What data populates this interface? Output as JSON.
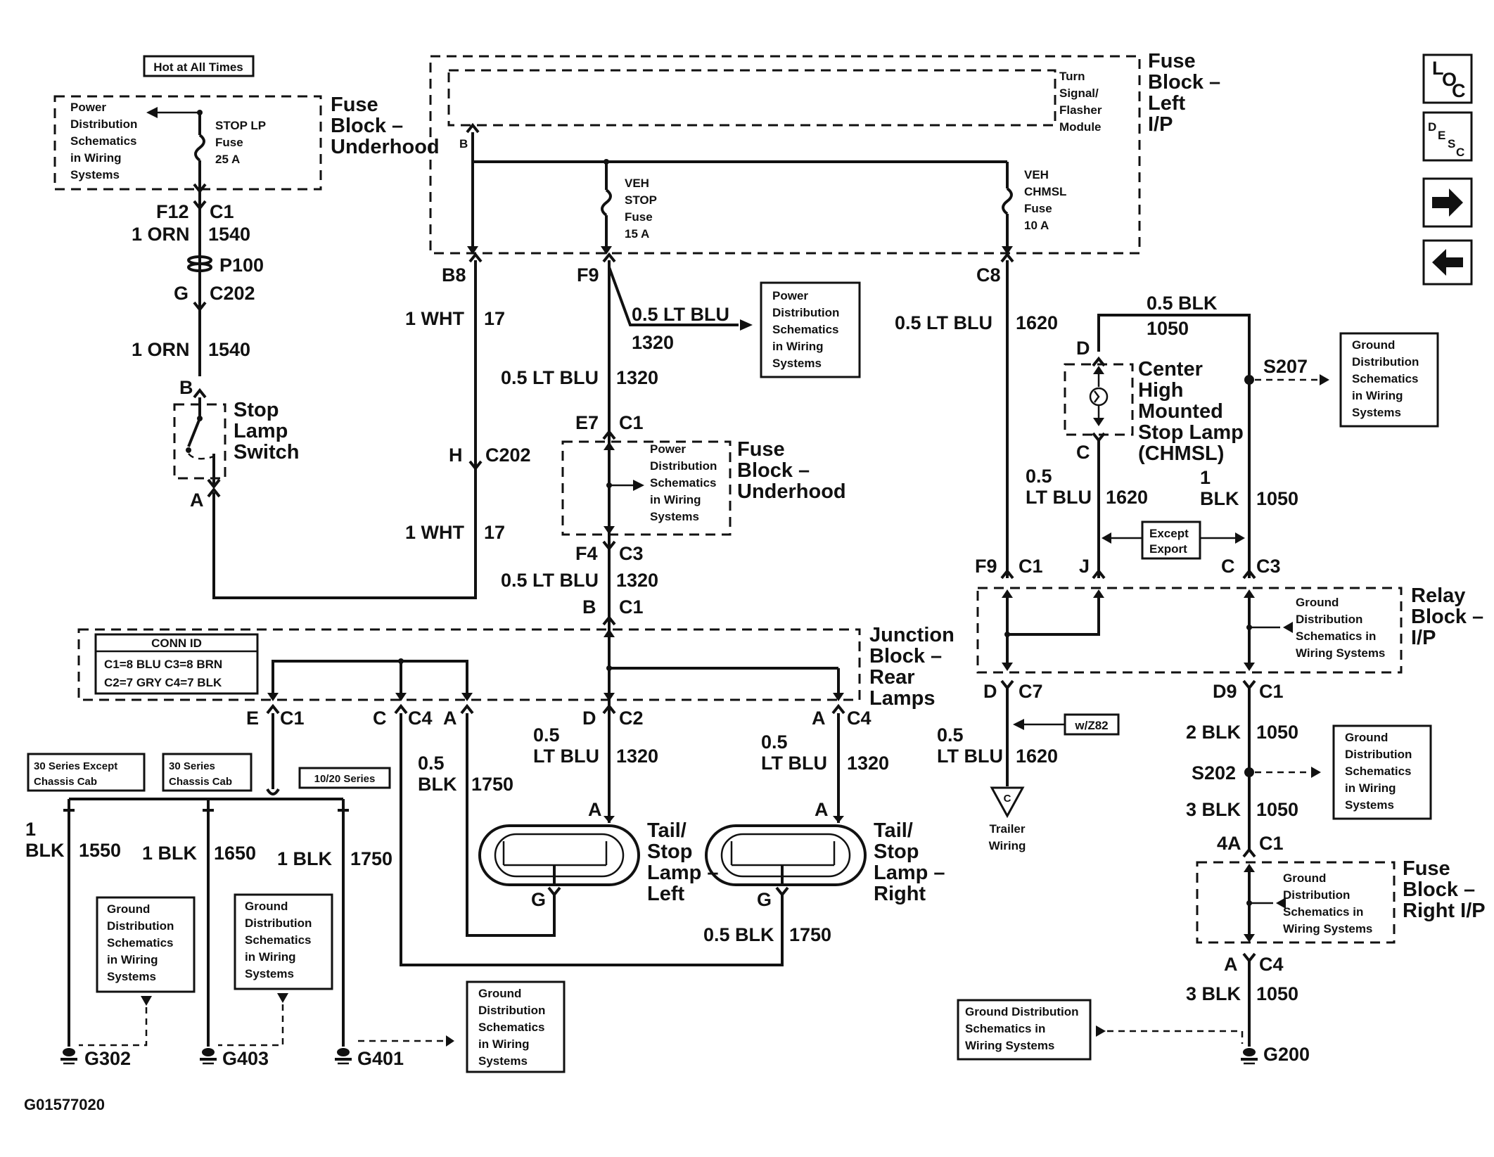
{
  "hot_at_all_times": "Hot at All Times",
  "fuse_block_underhood": [
    "Fuse",
    "Block –",
    "Underhood"
  ],
  "fuse_block_left_ip": [
    "Fuse",
    "Block –",
    "Left",
    "I/P"
  ],
  "fuse_block_right_ip": [
    "Fuse",
    "Block –",
    "Right I/P"
  ],
  "junction_block": [
    "Junction",
    "Block –",
    "Rear",
    "Lamps"
  ],
  "relay_block": [
    "Relay",
    "Block –",
    "I/P"
  ],
  "stop_lamp_switch": [
    "Stop",
    "Lamp",
    "Switch"
  ],
  "chmsl": [
    "Center",
    "High",
    "Mounted",
    "Stop Lamp",
    "(CHMSL)"
  ],
  "tail_left": [
    "Tail/",
    "Stop",
    "Lamp –",
    "Left"
  ],
  "tail_right": [
    "Tail/",
    "Stop",
    "Lamp –",
    "Right"
  ],
  "turn_signal": [
    "Turn",
    "Signal/",
    "Flasher",
    "Module"
  ],
  "power_dist": [
    "Power",
    "Distribution",
    "Schematics",
    "in Wiring",
    "Systems"
  ],
  "power_dist_2": [
    "Power",
    "Distribution",
    "Schematics",
    "in Wiring",
    "Systems"
  ],
  "power_dist_3": [
    "Power",
    "Distribution",
    "Schematics",
    "in Wiring",
    "Systems"
  ],
  "ground_dist": [
    "Ground",
    "Distribution",
    "Schematics",
    "in Wiring",
    "Systems"
  ],
  "ground_dist_relay": [
    "Ground",
    "Distribution",
    "Schematics in",
    "Wiring Systems"
  ],
  "ground_dist_oneline": [
    "Ground Distribution",
    "Schematics in",
    "Wiring Systems"
  ],
  "fuse_stop_lp": [
    "STOP LP",
    "Fuse",
    "25 A"
  ],
  "fuse_veh_stop": [
    "VEH",
    "STOP",
    "Fuse",
    "15 A"
  ],
  "fuse_veh_chmsl": [
    "VEH",
    "CHMSL",
    "Fuse",
    "10 A"
  ],
  "conn_id": {
    "title": "CONN ID",
    "row1": "C1=8 BLU  C3=8 BRN",
    "row2": "C2=7 GRY  C4=7 BLK"
  },
  "series": {
    "s30_except": [
      "30 Series Except",
      "Chassis Cab"
    ],
    "s30_cab": [
      "30 Series",
      "Chassis Cab"
    ],
    "s1020": "10/20 Series"
  },
  "except_export": [
    "Except",
    "Export"
  ],
  "wz82": "w/Z82",
  "trailer": [
    "Trailer",
    "Wiring"
  ],
  "trailer_pin": "C",
  "icons": {
    "loc": [
      "L",
      "O",
      "C"
    ],
    "desc": [
      "D",
      "E",
      "S",
      "C"
    ],
    "next": "➡",
    "prev": "⬅"
  },
  "wires": {
    "f12": "F12",
    "c1": "C1",
    "orn1": "1 ORN",
    "n1540": "1540",
    "p100": "P100",
    "g": "G",
    "c202": "C202",
    "b": "B",
    "a": "A",
    "h": "H",
    "b8": "B8",
    "f9": "F9",
    "c8": "C8",
    "wht": "1 WHT",
    "n17": "17",
    "ltblu05": "0.5 LT BLU",
    "n1320": "1320",
    "n1620": "1620",
    "e7": "E7",
    "f4": "F4",
    "c3": "C3",
    "blk05top": "0.5 BLK",
    "n1050": "1050",
    "s207": "S207",
    "d": "D",
    "c": "C",
    "j": "J",
    "c_c3": "C3",
    "blk1": "1",
    "blkw": "BLK",
    "ltblu_a": "0.5",
    "ltblu_b": "LT BLU",
    "d7": "D",
    "c7": "C7",
    "d9": "D9",
    "blk2": "2 BLK",
    "s202": "S202",
    "blk3": "3 BLK",
    "a4": "4A",
    "c4": "C4",
    "g200": "G200",
    "e": "E",
    "c4b": "C4",
    "c2": "C2",
    "n1750": "1750",
    "blk05": "0.5 BLK",
    "blk05a": "0.5",
    "blk05b": "BLK",
    "n1550": "1550",
    "n1650": "1650",
    "blk1b": "1 BLK",
    "g302": "G302",
    "g403": "G403",
    "g401": "G401",
    "pin_a": "A",
    "pin_g": "G",
    "pin_b": "B"
  },
  "figure_id": "G01577020"
}
